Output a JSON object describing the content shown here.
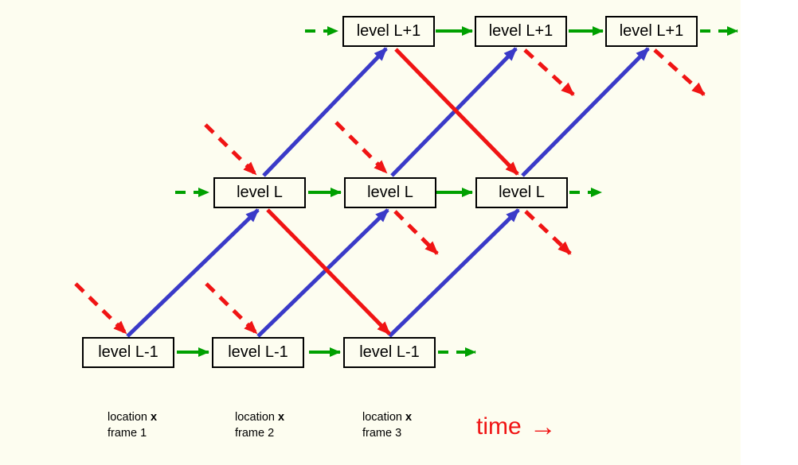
{
  "slide": {
    "nodes": {
      "top_label": "level L+1",
      "middle_label": "level L",
      "bottom_label": "level L-1"
    },
    "columns": [
      {
        "location_word": "location",
        "location_var": "x",
        "frame_label": "frame 1"
      },
      {
        "location_word": "location",
        "location_var": "x",
        "frame_label": "frame 2"
      },
      {
        "location_word": "location",
        "location_var": "x",
        "frame_label": "frame 3"
      }
    ],
    "time": {
      "label": "time",
      "arrow_icon": "→"
    },
    "colors": {
      "background": "#FDFDF0",
      "page_margin": "#FFFFFF",
      "green_arrow": "#00A000",
      "blue_arrow": "#3A3AC8",
      "red_arrow": "#F01414",
      "box_border": "#000000",
      "text": "#000000",
      "time_text": "#F01414"
    }
  }
}
